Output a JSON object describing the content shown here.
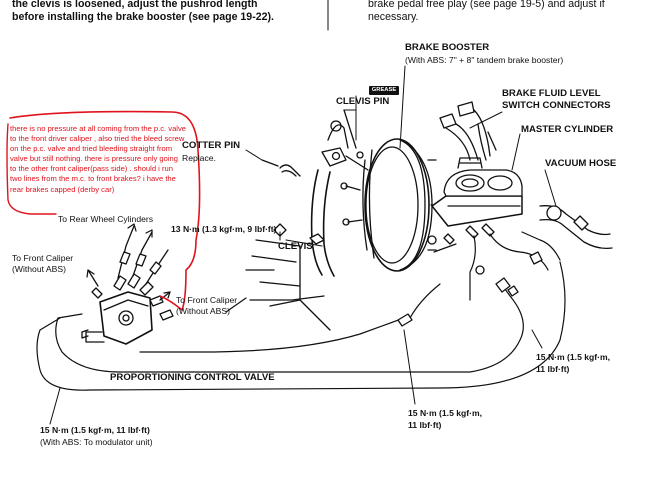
{
  "header": {
    "left_lines": [
      "the clevis is loosened, adjust the pushrod length",
      "before installing the brake booster (see page 19-22)."
    ],
    "right_lines": [
      "brake pedal free play (see page 19-5) and adjust if",
      "necessary."
    ]
  },
  "labels": {
    "brake_booster": "BRAKE BOOSTER",
    "brake_booster_note": "(With ABS: 7\" + 8\" tandem brake booster)",
    "grease": "GREASE",
    "clevis_pin": "CLEVIS PIN",
    "fluid_level_1": "BRAKE FLUID LEVEL",
    "fluid_level_2": "SWITCH CONNECTORS",
    "master_cylinder": "MASTER CYLINDER",
    "vacuum_hose": "VACUUM HOSE",
    "cotter_pin": "COTTER PIN",
    "cotter_pin_note": "Replace.",
    "torque_13": "13 N·m (1.3 kgf·m, 9 lbf·ft)",
    "clevis": "CLEVIS",
    "rear_wheel": "To Rear Wheel Cylinders",
    "front_caliper_left_1": "To Front Caliper",
    "front_caliper_left_2": "(Without ABS)",
    "front_caliper_right_1": "To Front Caliper",
    "front_caliper_right_2": "(Without ABS)",
    "proportioning_valve": "PROPORTIONING CONTROL VALVE",
    "torque_15_right_1": "15 N·m (1.5 kgf·m,",
    "torque_15_right_2": "11 lbf·ft)",
    "torque_15_mid_1": "15 N·m (1.5 kgf·m,",
    "torque_15_mid_2": "11 lbf·ft)",
    "torque_15_bottom_1": "15 N·m (1.5 kgf·m, 11 lbf·ft)",
    "torque_15_bottom_2": "(With ABS: To modulator unit)"
  },
  "annotation": {
    "text": "there is no pressure at all coming from the p.c. valve to the front driver caliper , also tried the bleed screw on the p.c. valve and tried bleeding straight from valve but still nothing. there is pressure only going to the other front caliper(pass side) . should i run two lines from the m.c. to front brakes? i have the rear brakes capped (derby car)",
    "color": "#e0141d"
  },
  "colors": {
    "ink": "#111111",
    "annotation": "#e0141d",
    "background": "#ffffff"
  }
}
